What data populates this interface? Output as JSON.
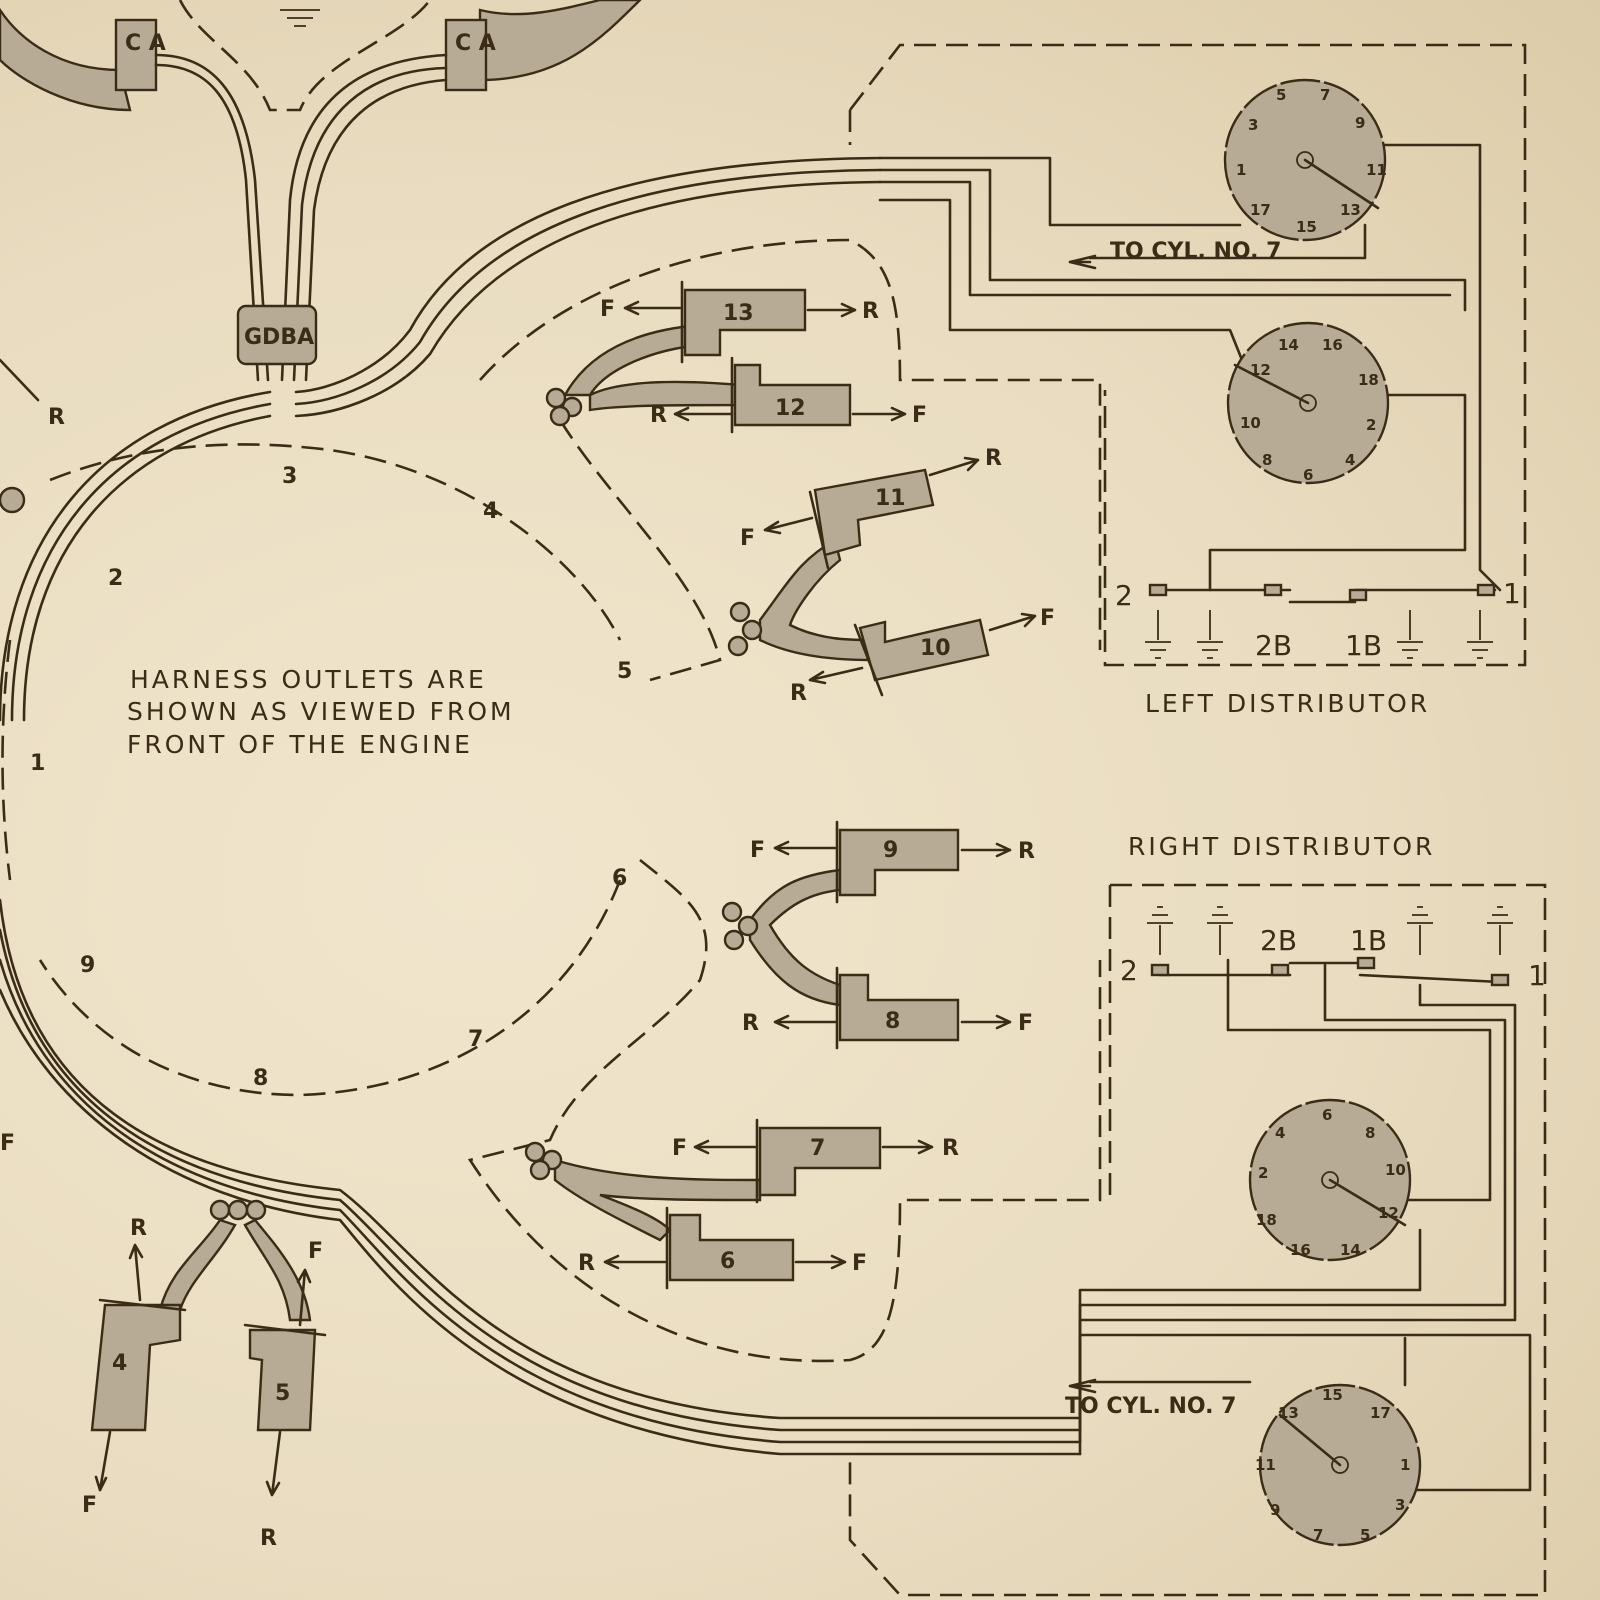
{
  "note": [
    "HARNESS OUTLETS ARE",
    "SHOWN AS VIEWED FROM",
    "FRONT OF THE ENGINE"
  ],
  "box_labels": {
    "ca_1": "C A",
    "ca_2": "C A",
    "gdba": "GDBA"
  },
  "positions": [
    "1",
    "2",
    "3",
    "4",
    "5",
    "6",
    "7",
    "8",
    "9"
  ],
  "left_distributor": {
    "title": "LEFT DISTRIBUTOR",
    "to_cyl": "TO CYL. NO. 7",
    "upper_dial": [
      "5",
      "7",
      "9",
      "11",
      "13",
      "15",
      "17",
      "1",
      "3"
    ],
    "lower_dial": [
      "14",
      "16",
      "18",
      "2",
      "4",
      "6",
      "8",
      "10",
      "12"
    ],
    "terminals": [
      "2",
      "2B",
      "1B",
      "1"
    ]
  },
  "right_distributor": {
    "title": "RIGHT DISTRIBUTOR",
    "to_cyl": "TO CYL. NO. 7",
    "upper_dial": [
      "6",
      "8",
      "10",
      "12",
      "14",
      "16",
      "18",
      "2",
      "4"
    ],
    "lower_dial": [
      "15",
      "17",
      "1",
      "3",
      "5",
      "7",
      "9",
      "11",
      "13"
    ],
    "terminals": [
      "2",
      "2B",
      "1B",
      "1"
    ]
  },
  "outlets": [
    {
      "num": "13",
      "left": "F",
      "right": "R"
    },
    {
      "num": "12",
      "left": "R",
      "right": "F"
    },
    {
      "num": "11",
      "left": "F",
      "right": "R"
    },
    {
      "num": "10",
      "left": "R",
      "right": "F"
    },
    {
      "num": "9",
      "left": "F",
      "right": "R"
    },
    {
      "num": "8",
      "left": "R",
      "right": "F"
    },
    {
      "num": "7",
      "left": "F",
      "right": "R"
    },
    {
      "num": "6",
      "left": "R",
      "right": "F"
    },
    {
      "num": "4",
      "top": "R",
      "bottom": "F"
    },
    {
      "num": "5",
      "top": "F",
      "bottom": "R"
    }
  ],
  "edge": {
    "r_mark": "R",
    "f_mark": "F"
  }
}
